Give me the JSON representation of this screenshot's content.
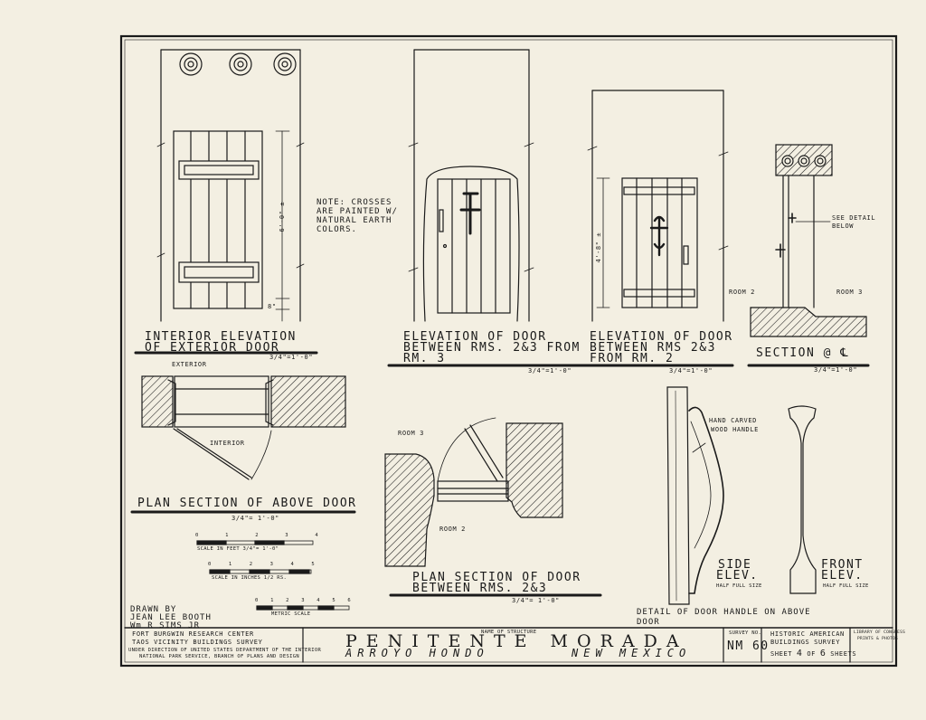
{
  "views": {
    "interior_elevation": {
      "title_1": "INTERIOR ELEVATION",
      "title_2": "OF EXTERIOR DOOR",
      "scale": "3/4\"=1'-0\"",
      "dim_height": "6'-0\" ±",
      "dim_bottom": "8\""
    },
    "elevation_rm3": {
      "title_1": "ELEVATION OF DOOR",
      "title_2": "BETWEEN RMS. 2&3 FROM",
      "title_3": "RM. 3",
      "scale": "3/4\"=1'-0\""
    },
    "elevation_rm2": {
      "title_1": "ELEVATION OF DOOR",
      "title_2": "BETWEEN RMS 2&3",
      "title_3": "FROM RM. 2",
      "scale": "3/4\"=1'-0\"",
      "dim_height": "4'-8\" ±"
    },
    "section": {
      "title": "SECTION @ ℄",
      "scale": "3/4\"=1'-0\"",
      "room_left": "ROOM 2",
      "room_right": "ROOM 3",
      "callout_1": "SEE DETAIL",
      "callout_2": "BELOW"
    },
    "plan_above": {
      "title": "PLAN SECTION OF ABOVE DOOR",
      "scale": "3/4\"= 1'-0\"",
      "exterior": "EXTERIOR",
      "interior": "INTERIOR"
    },
    "plan_between": {
      "title_1": "PLAN SECTION OF DOOR",
      "title_2": "BETWEEN RMS. 2&3",
      "scale": "3/4\"= 1'-0\"",
      "room3": "ROOM 3",
      "room2": "ROOM 2"
    },
    "handle": {
      "carved_1": "HAND CARVED",
      "carved_2": "WOOD HANDLE",
      "side_1": "SIDE",
      "side_2": "ELEV.",
      "side_scale": "HALF FULL SIZE",
      "front_1": "FRONT",
      "front_2": "ELEV.",
      "front_scale": "HALF FULL SIZE",
      "detail_1": "DETAIL OF DOOR HANDLE ON ABOVE",
      "detail_2": "DOOR"
    }
  },
  "note": {
    "line1": "NOTE: CROSSES",
    "line2": "ARE PAINTED W/",
    "line3": "NATURAL EARTH",
    "line4": "COLORS."
  },
  "scales": {
    "feet": {
      "ticks": [
        "0",
        "1",
        "2",
        "3",
        "4"
      ],
      "label": "SCALE IN FEET  3/4\"= 1'-0\""
    },
    "inches": {
      "ticks": [
        "0",
        "1",
        "2",
        "3",
        "4",
        "5"
      ],
      "label": "SCALE IN INCHES  1/2 RS."
    },
    "metric": {
      "ticks": [
        "0",
        "1",
        "2",
        "3",
        "4",
        "5",
        "6"
      ],
      "label": "METRIC SCALE"
    }
  },
  "drawn_by": {
    "line1": "DRAWN BY",
    "line2": "JEAN LEE BOOTH",
    "line3": "Wm R SIMS JR"
  },
  "title_block": {
    "org_1": "FORT BURGWIN RESEARCH CENTER",
    "org_2": "TAOS VICINITY BUILDINGS SURVEY",
    "org_3": "UNDER DIRECTION OF UNITED STATES DEPARTMENT OF THE INTERIOR",
    "org_4": "NATIONAL PARK SERVICE, BRANCH OF PLANS AND DESIGN",
    "name_label": "NAME OF STRUCTURE",
    "name": "PENITENTE MORADA",
    "loc_1": "ARROYO HONDO",
    "loc_2": "NEW MEXICO",
    "survey_label": "SURVEY NO.",
    "survey_no": "NM 60",
    "habs_1": "HISTORIC AMERICAN",
    "habs_2": "BUILDINGS SURVEY",
    "sheet_prefix": "SHEET",
    "sheet_no": "4",
    "sheet_of": "OF",
    "sheet_total": "6",
    "sheet_suffix": "SHEETS",
    "loc_stamp_1": "LIBRARY OF CONGRESS",
    "loc_stamp_2": "PRINTS & PHOTOS"
  },
  "colors": {
    "paper": "#f3efe2",
    "ink": "#1a1a1a"
  }
}
